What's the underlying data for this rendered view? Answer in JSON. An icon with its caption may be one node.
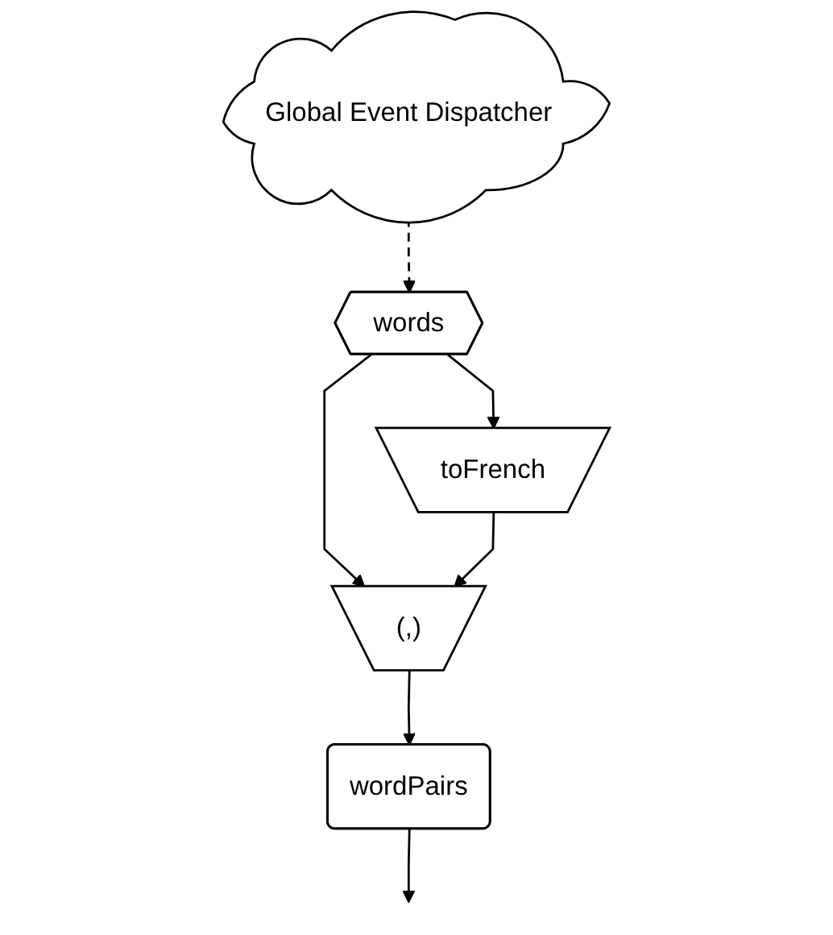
{
  "diagram": {
    "nodes": [
      {
        "text": [
          "Global Event Dispatcher"
        ]
      },
      {
        "text": [
          "words"
        ]
      },
      {
        "text": [
          "toFrench"
        ]
      },
      {
        "text": [
          "(,)"
        ]
      },
      {
        "text": [
          "wordPairs"
        ]
      }
    ],
    "edges": [
      {
        "from": 0,
        "to": 1,
        "arrow": "to",
        "style": "dashed"
      },
      {
        "from": 1,
        "to": 3,
        "arrow": "to"
      },
      {
        "from": 1,
        "to": 2,
        "arrow": "to"
      },
      {
        "from": 2,
        "to": 3,
        "arrow": "to"
      },
      {
        "from": 3,
        "to": 4,
        "arrow": "to"
      },
      {
        "from": 4,
        "to": null,
        "arrow": "to"
      }
    ]
  }
}
